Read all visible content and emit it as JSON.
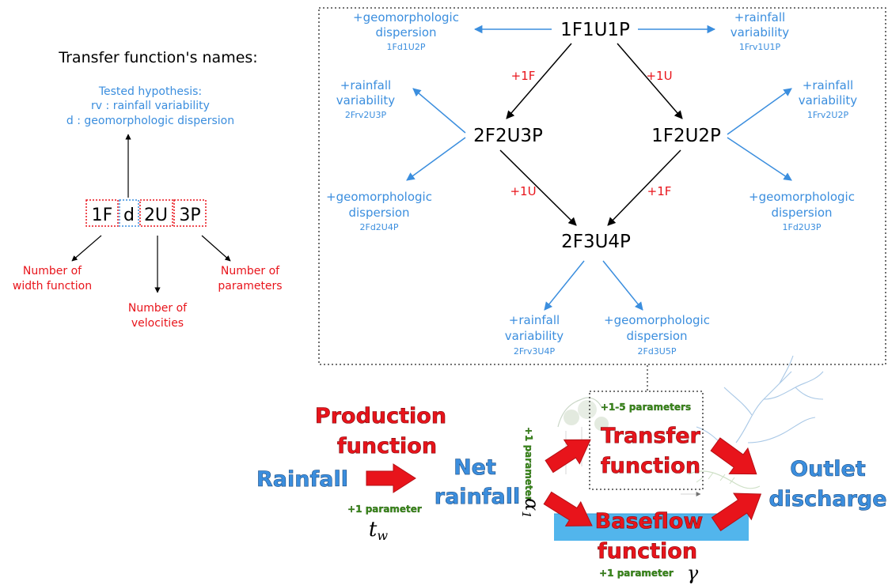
{
  "colors": {
    "black": "#000000",
    "red": "#e8141b",
    "blue": "#3b8ede",
    "dark_blue": "#2a63b0",
    "green": "#3a8a1a",
    "pool": "#52b5ec"
  },
  "legend": {
    "title": "Transfer function's names:",
    "hypothesis_lines": [
      "Tested hypothesis:",
      "rv : rainfall variability",
      "d : geomorphologic dispersion"
    ],
    "code_parts": [
      "1F",
      "d",
      "2U",
      "3P"
    ],
    "callouts": {
      "width": [
        "Number of",
        "width function"
      ],
      "velocities": [
        "Number of",
        "velocities"
      ],
      "parameters": [
        "Number of",
        "parameters"
      ]
    }
  },
  "tree": {
    "nodes": {
      "root": "1F1U1P",
      "left": "2F2U3P",
      "right": "1F2U2P",
      "bottom": "2F3U4P"
    },
    "edge_labels": {
      "root_left": "+1F",
      "root_right": "+1U",
      "left_bottom": "+1U",
      "right_bottom": "+1F"
    },
    "variants": {
      "root_disp": {
        "lines": [
          "+geomorphologic",
          "dispersion"
        ],
        "code": "1Fd1U2P"
      },
      "root_rv": {
        "lines": [
          "+rainfall",
          "variability"
        ],
        "code": "1Frv1U1P"
      },
      "left_rv": {
        "lines": [
          "+rainfall",
          "variability"
        ],
        "code": "2Frv2U3P"
      },
      "left_disp": {
        "lines": [
          "+geomorphologic",
          "dispersion"
        ],
        "code": "2Fd2U4P"
      },
      "right_rv": {
        "lines": [
          "+rainfall",
          "variability"
        ],
        "code": "1Frv2U2P"
      },
      "right_disp": {
        "lines": [
          "+geomorphologic",
          "dispersion"
        ],
        "code": "1Fd2U3P"
      },
      "bottom_rv": {
        "lines": [
          "+rainfall",
          "variability"
        ],
        "code": "2Frv3U4P"
      },
      "bottom_disp": {
        "lines": [
          "+geomorphologic",
          "dispersion"
        ],
        "code": "2Fd3U5P"
      }
    }
  },
  "flow": {
    "production": [
      "Production",
      "function"
    ],
    "rainfall": "Rainfall",
    "net_rainfall": [
      "Net",
      "rainfall"
    ],
    "transfer": [
      "Transfer",
      "function"
    ],
    "baseflow": [
      "Baseflow",
      "function"
    ],
    "outlet": [
      "Outlet",
      "discharge"
    ],
    "params": {
      "transfer": "+1-5 parameters",
      "production": "+1 parameter",
      "production_symbol": "t",
      "production_symbol_sub": "w",
      "net_vertical": "+1 parameter",
      "net_symbol": "α",
      "net_symbol_sub": "1",
      "baseflow": "+1 parameter",
      "baseflow_symbol": "γ"
    }
  }
}
